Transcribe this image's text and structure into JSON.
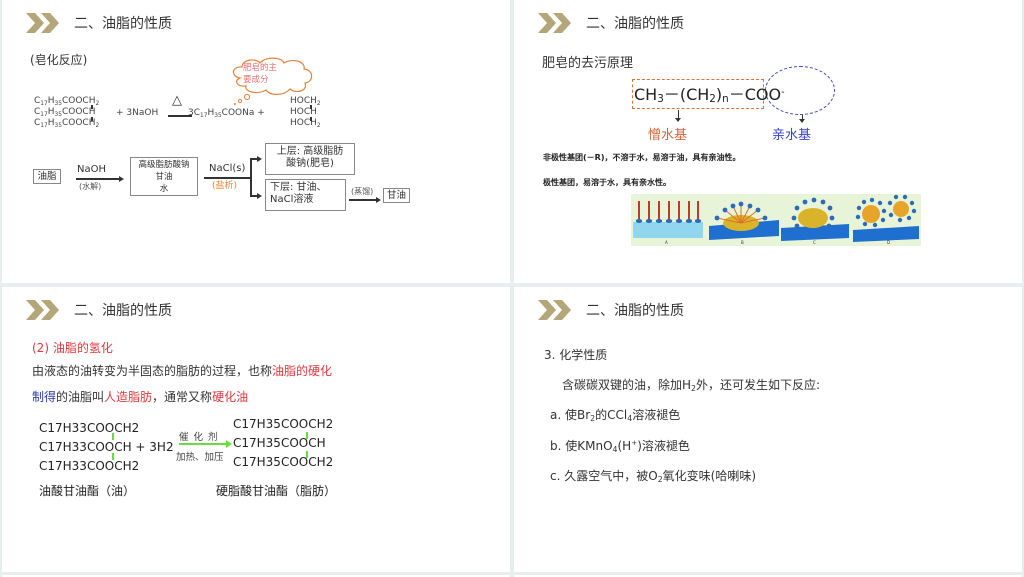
{
  "colors": {
    "gutter": "#e8eeee",
    "chevron": "#b3a678",
    "red": "#e0393e",
    "blue": "#2b3aa8",
    "orange": "#e8833a",
    "green": "#66dd44"
  },
  "slides": [
    {
      "header": {
        "icon": "double-chevron-icon",
        "title": "二、油脂的性质"
      },
      "subtitle": "(皂化反应)",
      "callout": {
        "line1": "肥皂的主",
        "line2": "要成分"
      },
      "reaction": {
        "reactant_rows": [
          "C17H35COOCH2",
          "C17H35COOCH",
          "C17H35COOCH2"
        ],
        "plus_naoh": "+ 3NaOH",
        "condition": "△",
        "product1": "3C17H35COONa +",
        "product2_rows": [
          "HOCH2",
          "HOCH",
          "HOCH2"
        ]
      },
      "flow": {
        "start": "油脂",
        "step1_top": "NaOH",
        "step1_bottom": "(水解)",
        "mixture": [
          "高级脂肪酸钠",
          "甘油",
          "水"
        ],
        "step2_top": "NaCl(s)",
        "step2_bottom": "(盐析)",
        "upper": [
          "上层: 高级脂肪",
          "酸钠(肥皂)"
        ],
        "lower": [
          "下层: 甘油、",
          "NaCl溶液"
        ],
        "step3": "(蒸馏)",
        "end": "甘油"
      }
    },
    {
      "header": {
        "icon": "double-chevron-icon",
        "title": "二、油脂的性质"
      },
      "subtitle": "肥皂的去污原理",
      "formula": "CH3－(CH2)n－COO-",
      "hydrophobic_label": "憎水基",
      "hydrophilic_label": "亲水基",
      "line1": "非极性基团(－R)，不溶于水，易溶于油，具有亲油性。",
      "line2": "极性基团，易溶于水，具有亲水性。",
      "figure_labels": [
        "A",
        "B",
        "C",
        "D"
      ]
    },
    {
      "header": {
        "icon": "double-chevron-icon",
        "title": "二、油脂的性质"
      },
      "section": "(2) 油脂的氢化",
      "line1_plain": "由液态的油转变为半固态的脂肪的过程，也称",
      "line1_red": "油脂的硬化",
      "line2_blue": "制得",
      "line2_plain1": "的油脂叫",
      "line2_red1": "人造脂肪",
      "line2_plain2": "，通常又称",
      "line2_red2": "硬化油",
      "reactant_rows": [
        "C17H33COOCH2",
        "C17H33COOCH + 3H2",
        "C17H33COOCH2"
      ],
      "catalyst": "催  化  剂",
      "conditions": "加热、加压",
      "product_rows": [
        "C17H35COOCH2",
        "C17H35COOCH",
        "C17H35COOCH2"
      ],
      "reactant_name": "油酸甘油酯（油）",
      "product_name": "硬脂酸甘油酯（脂肪）"
    },
    {
      "header": {
        "icon": "double-chevron-icon",
        "title": "二、油脂的性质"
      },
      "heading": "3. 化学性质",
      "intro_a": "含碳碳双键的油，除加H",
      "intro_sub": "2",
      "intro_b": "外，还可发生如下反应:",
      "items": [
        {
          "a": "a. 使Br",
          "s1": "2",
          "b": "的CCl",
          "s2": "4",
          "c": "溶液褪色"
        },
        {
          "a": "b. 使KMnO",
          "s1": "4",
          "b": "(H",
          "sup": "+",
          "c": ")溶液褪色"
        },
        {
          "a": "c. 久露空气中，被O",
          "s1": "2",
          "b": "氧化变味(哈喇味)"
        }
      ]
    }
  ]
}
